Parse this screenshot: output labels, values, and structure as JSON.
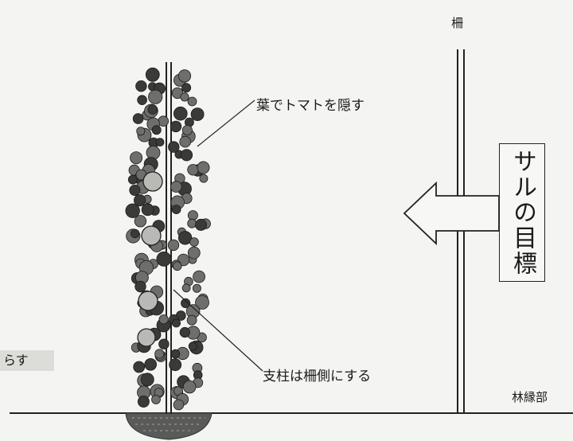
{
  "labels": {
    "fence": "柵",
    "leaves": "葉でトマトを隠す",
    "monkey_target": "サルの目標",
    "stake": "支柱は柵側にする",
    "forest_edge": "林縁部",
    "left_cut": "らす"
  }
}
